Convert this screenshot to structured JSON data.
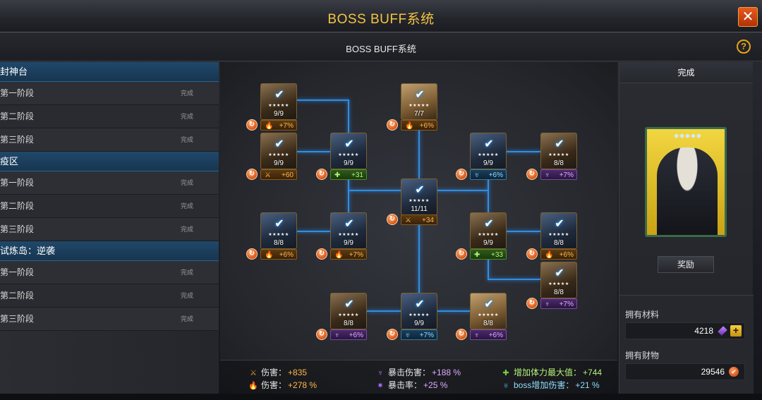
{
  "window": {
    "title": "BOSS BUFF系统",
    "close": "✕"
  },
  "header": {
    "subtitle": "BOSS BUFF系统",
    "help": "?"
  },
  "sidebar": {
    "sections": [
      {
        "title": "封神台",
        "stages": [
          {
            "label": "第一阶段",
            "status": "完成"
          },
          {
            "label": "第二阶段",
            "status": "完成"
          },
          {
            "label": "第三阶段",
            "status": "完成"
          }
        ]
      },
      {
        "title": "疫区",
        "stages": [
          {
            "label": "第一阶段",
            "status": "完成"
          },
          {
            "label": "第二阶段",
            "status": "完成"
          },
          {
            "label": "第三阶段",
            "status": "完成"
          }
        ]
      },
      {
        "title": "试炼岛：逆袭",
        "stages": [
          {
            "label": "第一阶段",
            "status": "完成"
          },
          {
            "label": "第二阶段",
            "status": "完成"
          },
          {
            "label": "第三阶段",
            "status": "完成"
          }
        ]
      }
    ]
  },
  "tree": {
    "nodes": [
      {
        "level": "9/9",
        "bonus": "+7%",
        "bonus_type": "orange",
        "bonus_icon": "fire-icon"
      },
      {
        "level": "9/9",
        "bonus": "+60",
        "bonus_type": "orange",
        "bonus_icon": "sword-icon"
      },
      {
        "level": "9/9",
        "bonus": "+31",
        "bonus_type": "green",
        "bonus_icon": "health-plus-icon"
      },
      {
        "level": "7/7",
        "bonus": "+6%",
        "bonus_type": "orange",
        "bonus_icon": "fire-icon"
      },
      {
        "level": "11/11",
        "bonus": "+34",
        "bonus_type": "orange",
        "bonus_icon": "sword-icon"
      },
      {
        "level": "9/9",
        "bonus": "+6%",
        "bonus_type": "cyan",
        "bonus_icon": "boss-damage-icon"
      },
      {
        "level": "8/8",
        "bonus": "+7%",
        "bonus_type": "purple",
        "bonus_icon": "crit-damage-icon"
      },
      {
        "level": "8/8",
        "bonus": "+6%",
        "bonus_type": "orange",
        "bonus_icon": "fire-icon"
      },
      {
        "level": "9/9",
        "bonus": "+7%",
        "bonus_type": "orange",
        "bonus_icon": "fire-icon"
      },
      {
        "level": "9/9",
        "bonus": "+33",
        "bonus_type": "green",
        "bonus_icon": "health-plus-icon"
      },
      {
        "level": "8/8",
        "bonus": "+6%",
        "bonus_type": "orange",
        "bonus_icon": "fire-icon"
      },
      {
        "level": "8/8",
        "bonus": "+7%",
        "bonus_type": "purple",
        "bonus_icon": "crit-damage-icon"
      },
      {
        "level": "8/8",
        "bonus": "+6%",
        "bonus_type": "purple",
        "bonus_icon": "crit-damage-icon"
      },
      {
        "level": "9/9",
        "bonus": "+7%",
        "bonus_type": "cyan",
        "bonus_icon": "boss-damage-icon"
      },
      {
        "level": "8/8",
        "bonus": "+6%",
        "bonus_type": "purple",
        "bonus_icon": "crit-damage-icon"
      }
    ],
    "stars": "★★★★★",
    "check": "✔",
    "upgrade_icon": "↻"
  },
  "summary": {
    "stats": [
      {
        "label": "伤害：",
        "value": "+835",
        "color": "#ffb74d",
        "icon": "sword-icon"
      },
      {
        "label": "伤害：",
        "value": "+278 %",
        "color": "#ffb74d",
        "icon": "fire-icon"
      },
      {
        "label": "暴击伤害：",
        "value": "+188 %",
        "color": "#e0a8ff",
        "icon": "crit-damage-icon"
      },
      {
        "label": "暴击率：",
        "value": "+25 %",
        "color": "#e0a8ff",
        "icon": "crit-rate-icon"
      },
      {
        "label": "增加体力最大值：",
        "value": "+744",
        "color": "#b5f07a",
        "icon": "health-plus-icon"
      },
      {
        "label": "boss增加伤害：",
        "value": "+21 %",
        "color": "#8fdcff",
        "icon": "boss-damage-icon"
      }
    ]
  },
  "right_panel": {
    "status": "完成",
    "reward_button": "奖励",
    "materials_label": "拥有材料",
    "materials_value": "4218",
    "wealth_label": "拥有财物",
    "wealth_value": "29546",
    "card_gems": "◆◆◆◆◆"
  },
  "colors": {
    "accent_gold": "#f4c542",
    "link_blue": "#3ab0ff",
    "close_orange": "#e85a1c"
  }
}
